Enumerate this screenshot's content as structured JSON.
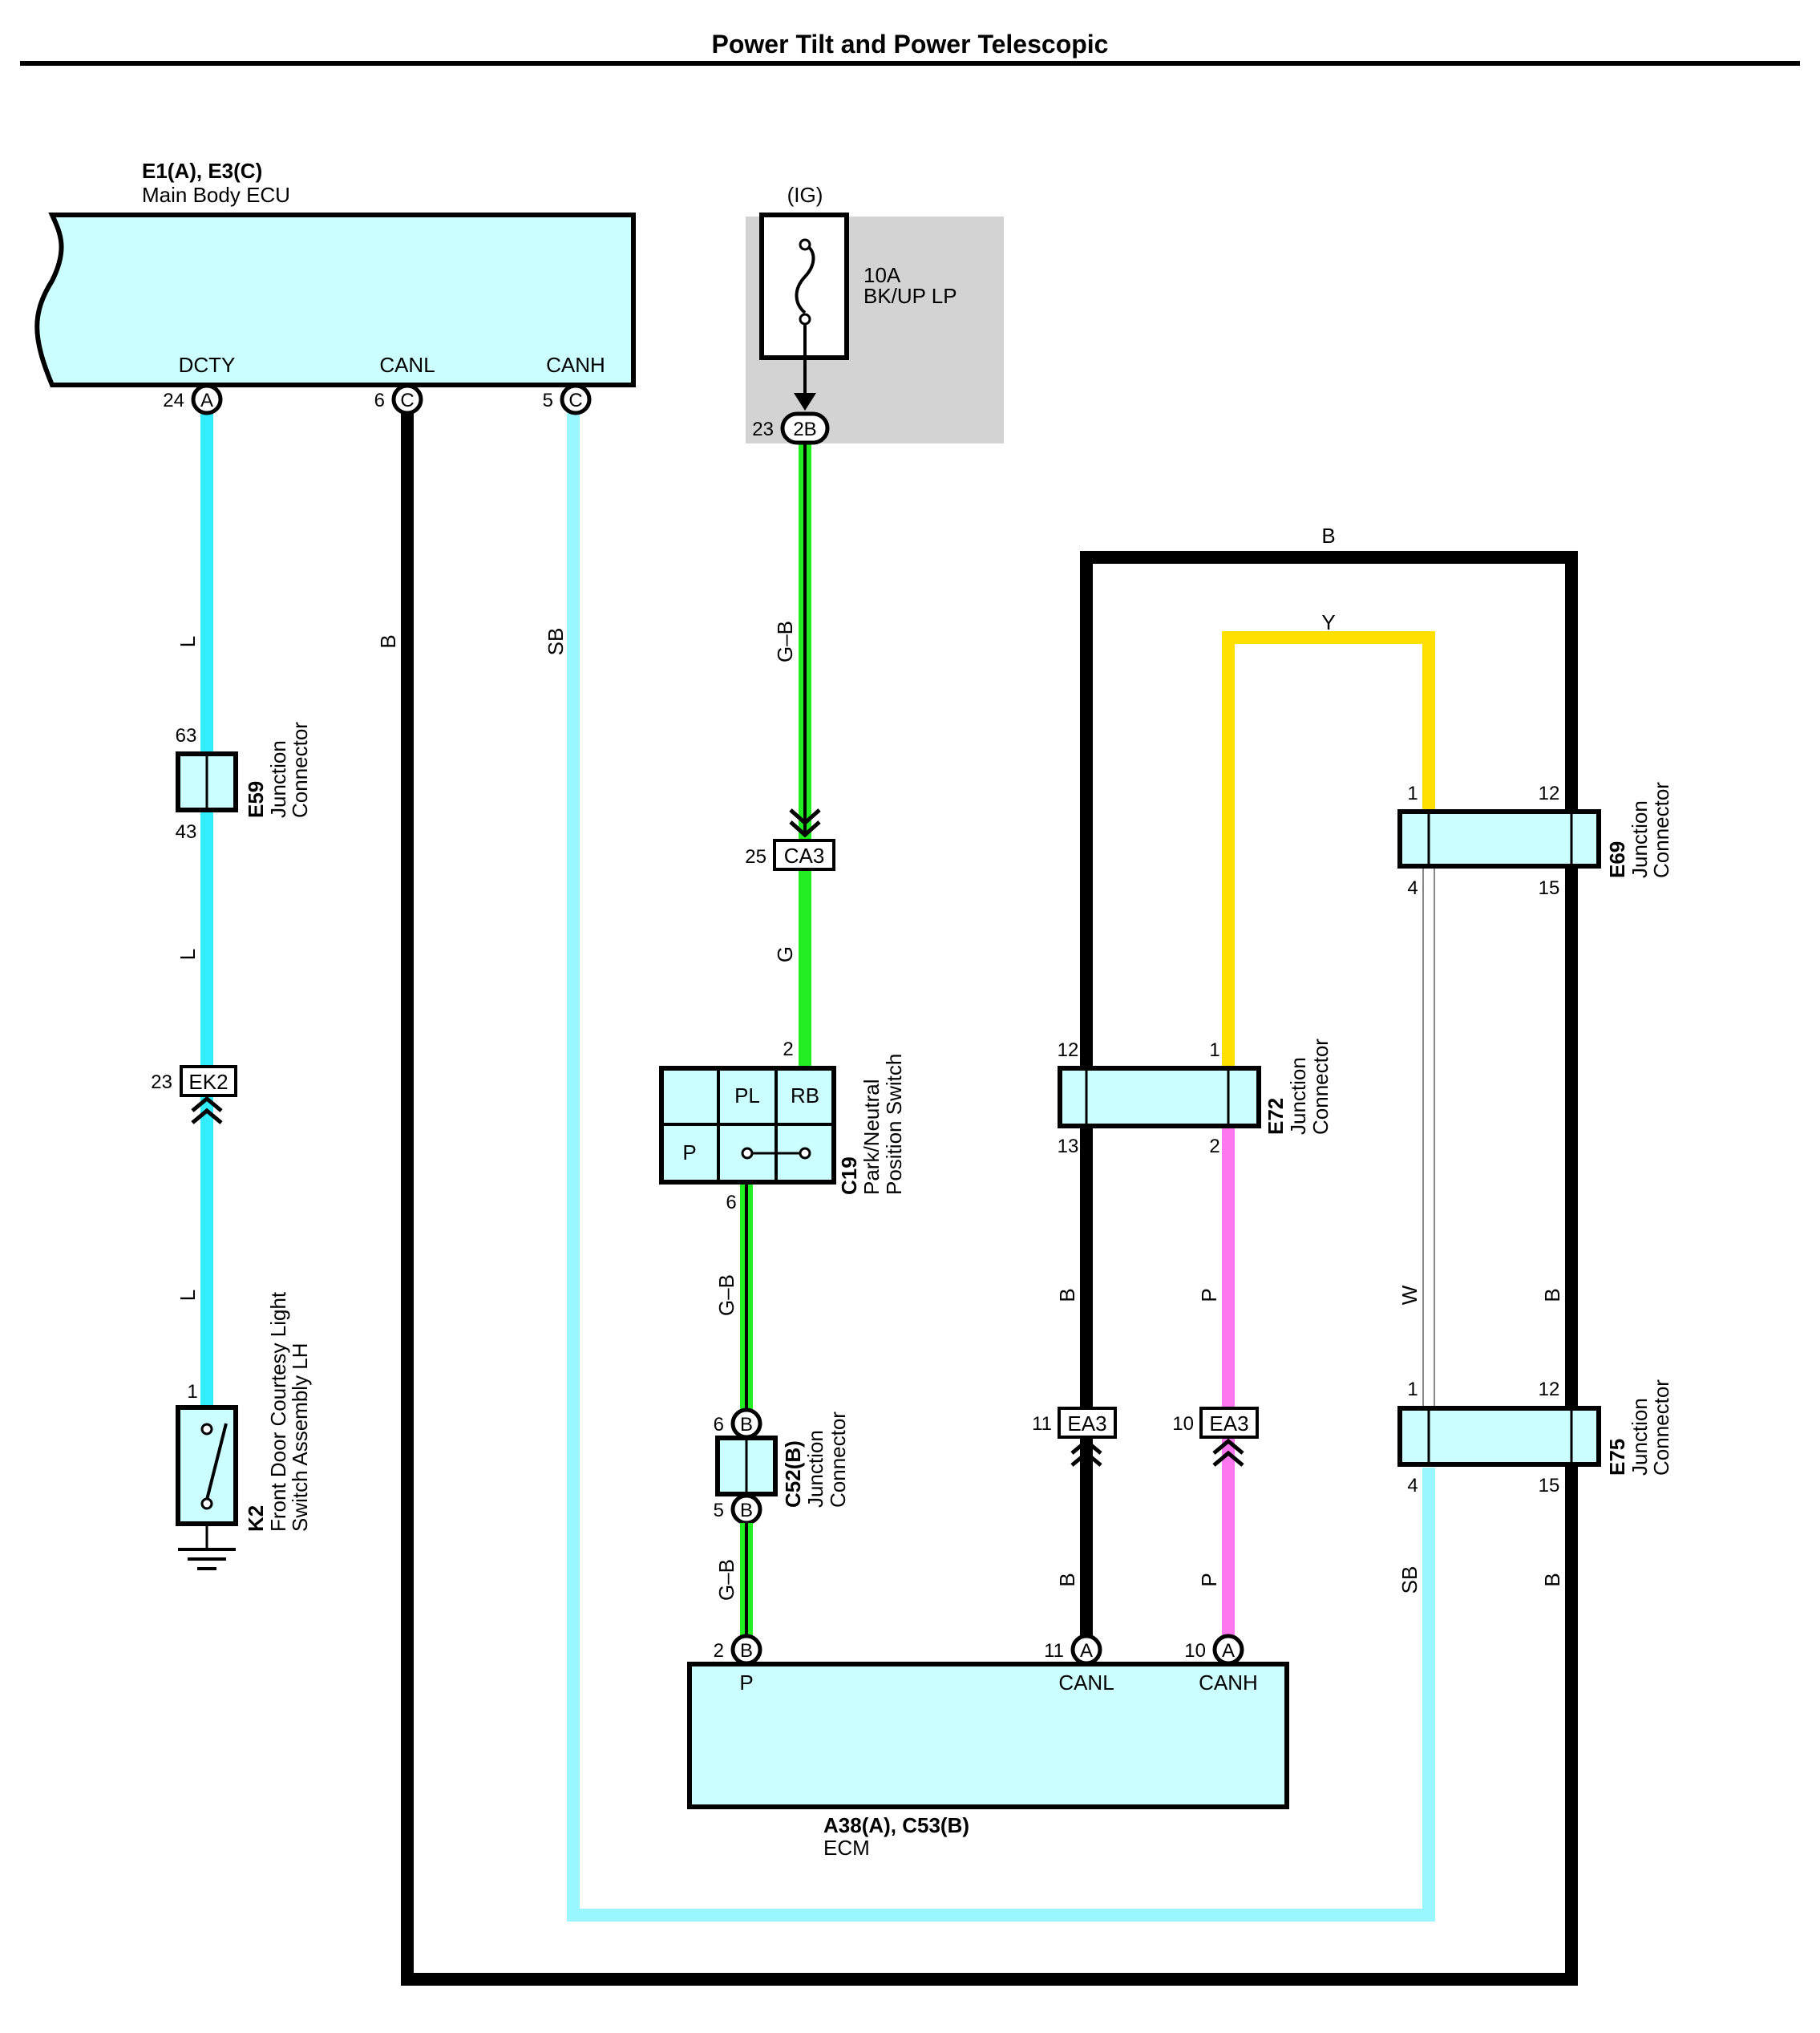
{
  "title": "Power Tilt and Power Telescopic",
  "colors": {
    "L": "#33eeff",
    "B": "#000000",
    "SB": "#99f8ff",
    "G": "#22ee22",
    "Y": "#ffe000",
    "P": "#ff77ee",
    "W": "#ffffff",
    "component_fill": "#ccffff",
    "relay_box": "#d3d3d3"
  },
  "components": {
    "main_ecu": {
      "code": "E1(A), E3(C)",
      "name": "Main Body ECU",
      "terminals": [
        {
          "label": "DCTY",
          "pin": "24",
          "conn": "A"
        },
        {
          "label": "CANL",
          "pin": "6",
          "conn": "C"
        },
        {
          "label": "CANH",
          "pin": "5",
          "conn": "C"
        }
      ]
    },
    "fuse": {
      "source": "(IG)",
      "rating": "10A",
      "name": "BK/UP LP",
      "pin": "23",
      "conn": "2B"
    },
    "e59": {
      "code": "E59",
      "name_1": "Junction",
      "name_2": "Connector",
      "pin_top": "63",
      "pin_bottom": "43"
    },
    "ek2": {
      "code": "EK2",
      "pin": "23"
    },
    "k2": {
      "code": "K2",
      "name_1": "Front Door Courtesy Light",
      "name_2": "Switch Assembly LH",
      "pin": "1",
      "ground_icon": "ground-icon"
    },
    "ca3": {
      "code": "CA3",
      "pin": "25"
    },
    "c19": {
      "code": "C19",
      "name_1": "Park/Neutral",
      "name_2": "Position Switch",
      "cells": [
        "PL",
        "RB",
        "P"
      ],
      "pin_top": "2",
      "pin_bottom": "6"
    },
    "c52": {
      "code": "C52(B)",
      "name_1": "Junction",
      "name_2": "Connector",
      "pin_top": "6",
      "pin_bottom": "5",
      "conn": "B"
    },
    "ecm": {
      "code": "A38(A), C53(B)",
      "name": "ECM",
      "terminals": [
        {
          "label": "P",
          "pin": "2",
          "conn": "B"
        },
        {
          "label": "CANL",
          "pin": "11",
          "conn": "A"
        },
        {
          "label": "CANH",
          "pin": "10",
          "conn": "A"
        }
      ]
    },
    "e72": {
      "code": "E72",
      "name_1": "Junction",
      "name_2": "Connector",
      "pins": [
        "12",
        "1",
        "13",
        "2"
      ]
    },
    "ea3_l": {
      "code": "EA3",
      "pin": "11"
    },
    "ea3_h": {
      "code": "EA3",
      "pin": "10"
    },
    "e69": {
      "code": "E69",
      "name_1": "Junction",
      "name_2": "Connector",
      "pins": [
        "1",
        "12",
        "4",
        "15"
      ]
    },
    "e75": {
      "code": "E75",
      "name_1": "Junction",
      "name_2": "Connector",
      "pins": [
        "1",
        "12",
        "4",
        "15"
      ]
    }
  },
  "wire_labels": {
    "dcty_1": "L",
    "dcty_2": "L",
    "dcty_3": "L",
    "canl_main": "B",
    "canh_main": "SB",
    "fuse_out": "G–B",
    "ca3_out": "G",
    "c19_out": "G–B",
    "c52_out": "G–B",
    "loop_top": "B",
    "yellow_top": "Y",
    "canl_e72": "B",
    "canh_e72": "P",
    "canl_ecm": "B",
    "canh_ecm": "P",
    "w_wire": "W",
    "b_right_1": "B",
    "b_right_2": "B",
    "sb_right": "SB"
  }
}
